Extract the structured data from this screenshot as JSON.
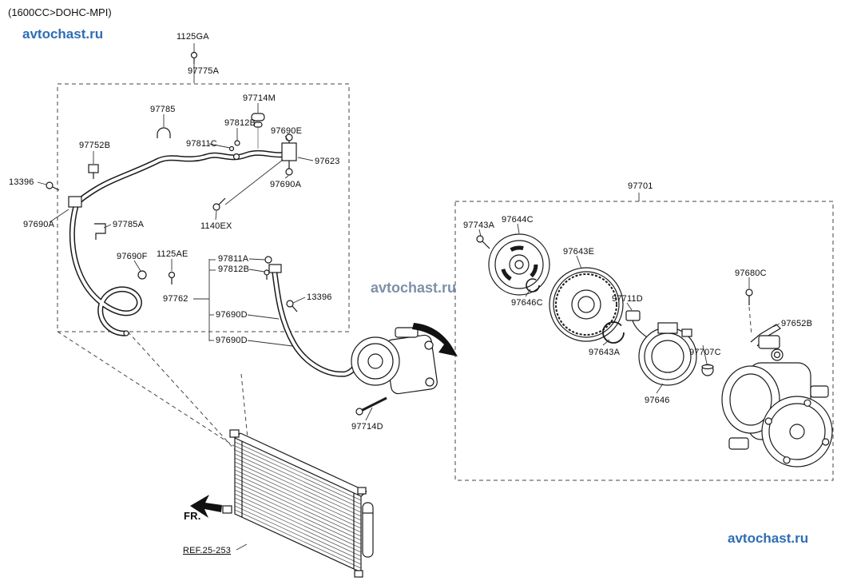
{
  "page": {
    "title": "(1600CC>DOHC-MPI)",
    "fr_label": "FR.",
    "ref_label": "REF.25-253"
  },
  "watermarks": {
    "top_left": "avtochast.ru",
    "center": "avtochast.ru",
    "bottom_right": "avtochast.ru"
  },
  "colors": {
    "line": "#1a1a1a",
    "watermark_blue": "#2e6db4",
    "watermark_gray": "#7d90a8"
  },
  "parts": {
    "p1125GA": "1125GA",
    "p97775A": "97775A",
    "p97714M": "97714M",
    "p97785": "97785",
    "p97812B_top": "97812B",
    "p97690E": "97690E",
    "p97811C": "97811C",
    "p97752B": "97752B",
    "p97623": "97623",
    "p13396_left": "13396",
    "p97690A_right": "97690A",
    "p97690A_left": "97690A",
    "p97785A": "97785A",
    "p1140EX": "1140EX",
    "p97690F": "97690F",
    "p1125AE": "1125AE",
    "p97811A": "97811A",
    "p97812B_mid": "97812B",
    "p97762": "97762",
    "p13396_right": "13396",
    "p97690D_1": "97690D",
    "p97690D_2": "97690D",
    "p97714D": "97714D",
    "p97701": "97701",
    "p97743A": "97743A",
    "p97644C": "97644C",
    "p97643E": "97643E",
    "p97646C": "97646C",
    "p97711D": "97711D",
    "p97680C": "97680C",
    "p97643A": "97643A",
    "p97652B": "97652B",
    "p97707C": "97707C",
    "p97646": "97646"
  }
}
